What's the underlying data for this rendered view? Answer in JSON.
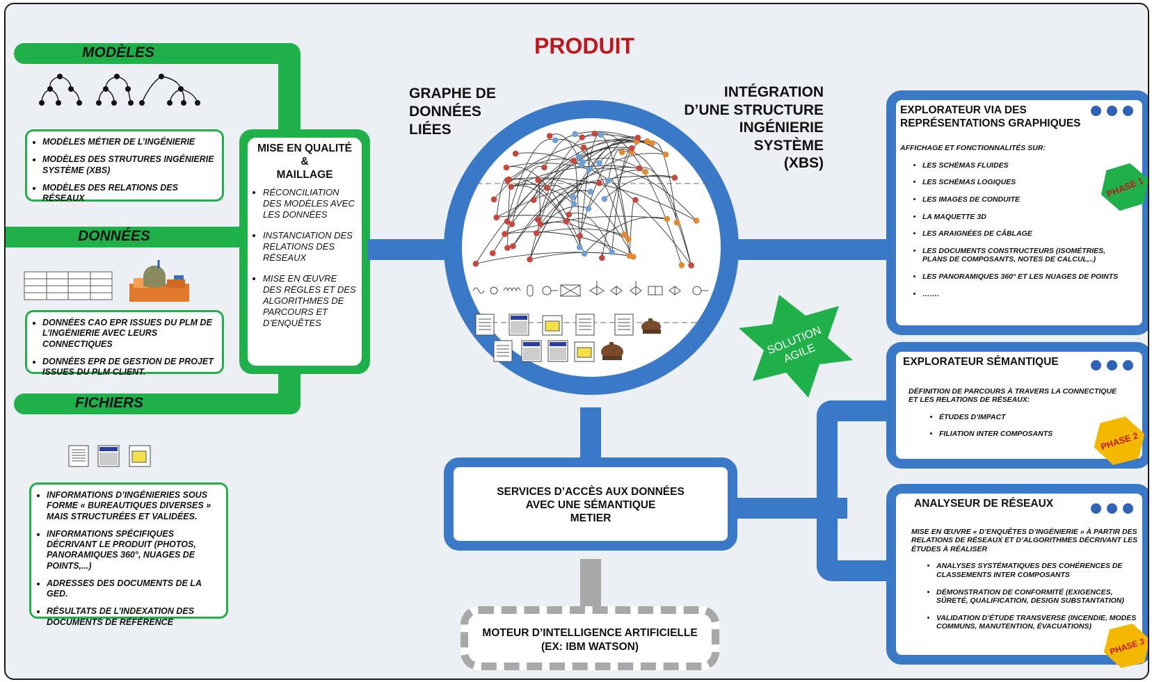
{
  "title": "PRODUIT",
  "left": {
    "modeles": {
      "title": "MODÈLES",
      "items": [
        "MODÈLES MÉTIER DE L’INGÉNIERIE",
        "MODÈLES DES STRUTURES INGÉNIERIE SYSTÈME (XBS)",
        "MODÈLES DES RELATIONS DES RÉSEAUX"
      ]
    },
    "donnees": {
      "title": "DONNÉES",
      "items": [
        "DONNÉES CAO EPR ISSUES DU PLM DE L’INGÉNIERIE AVEC LEURS CONNECTIQUES",
        "DONNÉES EPR DE GESTION DE PROJET ISSUES DU PLM CLIENT."
      ]
    },
    "fichiers": {
      "title": "FICHIERS",
      "items": [
        "INFORMATIONS D’INGÉNIERIES SOUS FORME « BUREAUTIQUES DIVERSES » MAIS STRUCTURÉES ET VALIDÉES.",
        "INFORMATIONS SPÉCIFIQUES DÉCRIVANT LE PRODUIT (PHOTOS, PANORAMIQUES 360°, NUAGES DE POINTS,...)",
        "ADRESSES DES DOCUMENTS DE LA GED.",
        "RÉSULTATS DE L’INDEXATION DES DOCUMENTS DE RÉFÉRENCE"
      ]
    }
  },
  "quality": {
    "title_line1": "MISE EN QUALITÉ",
    "title_line2": "&",
    "title_line3": "MAILLAGE",
    "items": [
      "RÉCONCILIATION DES MODÈLES AVEC LES DONNÉES",
      "INSTANCIATION DES RELATIONS DES RÉSEAUX",
      "MISE EN ŒUVRE DES RÈGLES ET DES ALGORITHMES DE PARCOURS ET D’ENQUÊTES"
    ]
  },
  "center": {
    "graph_label": [
      "GRAPHE DE",
      "DONNÉES",
      "LIÉES"
    ],
    "integration_label": [
      "INTÉGRATION",
      "D’UNE STRUCTURE",
      "INGÉNIERIE",
      "SYSTÈME",
      "(XBS)"
    ],
    "agile": [
      "SOLUTION",
      "AGILE"
    ],
    "services": [
      "SERVICES D’ACCÈS AUX DONNÉES",
      "AVEC UNE SÉMANTIQUE",
      "METIER"
    ],
    "ai": [
      "MOTEUR D’INTELLIGENCE ARTIFICIELLE",
      "(EX: IBM WATSON)"
    ]
  },
  "right": {
    "explorateur_graph": {
      "title": [
        "EXPLORATEUR VIA DES",
        "REPRÉSENTATIONS GRAPHIQUES"
      ],
      "intro": "AFFICHAGE ET FONCTIONNALITÉS SUR:",
      "items": [
        "LES SCHÉMAS FLUIDES",
        "LES SCHÉMAS LOGIQUES",
        "LES IMAGES DE CONDUITE",
        "LA MAQUETTE 3D",
        "LES ARAIGNÉES DE CÂBLAGE",
        "LES DOCUMENTS CONSTRUCTEURS (ISOMÉTRIES, PLANS DE COMPOSANTS, NOTES DE CALCUL,..)",
        "LES PANORAMIQUES 360° ET LES NUAGES DE POINTS",
        "……."
      ],
      "phase": "PHASE 1"
    },
    "explorateur_sem": {
      "title": "EXPLORATEUR SÉMANTIQUE",
      "intro": "DÉFINITION DE  PARCOURS À TRAVERS LA CONNECTIQUE ET LES RELATIONS DE RÉSEAUX:",
      "items": [
        "ÉTUDES D’IMPACT",
        "FILIATION INTER COMPOSANTS"
      ],
      "phase": "PHASE 2"
    },
    "analyseur": {
      "title": "ANALYSEUR DE RÉSEAUX",
      "intro": "MISE EN ŒUVRE « D’ENQUÊTES D’INGÉNIERIE » À PARTIR DES RELATIONS DE RÉSEAUX ET D’ALGORITHMES DÉCRIVANT LES ÉTUDES À RÉALISER",
      "items": [
        "ANALYSES SYSTÉMATIQUES DES COHÉRENCES DE CLASSEMENTS INTER COMPOSANTS",
        "DÉMONSTRATION DE CONFORMITÉ (EXIGENCES, SÛRETÉ, QUALIFICATION, DESIGN SUBSTANTATION)",
        "VALIDATION D’ÉTUDE TRANSVERSE (INCENDIE, MODES COMMUNS, MANUTENTION, ÉVACUATIONS)"
      ],
      "phase": "PHASE 3"
    }
  },
  "colors": {
    "green": "#1fb04a",
    "blue": "#3a78c8",
    "title_red": "#c3161c",
    "node_red": "#c8463c",
    "node_blue": "#6fa0d8",
    "node_orange": "#e4892e",
    "phase_hex": "#f5b800"
  }
}
